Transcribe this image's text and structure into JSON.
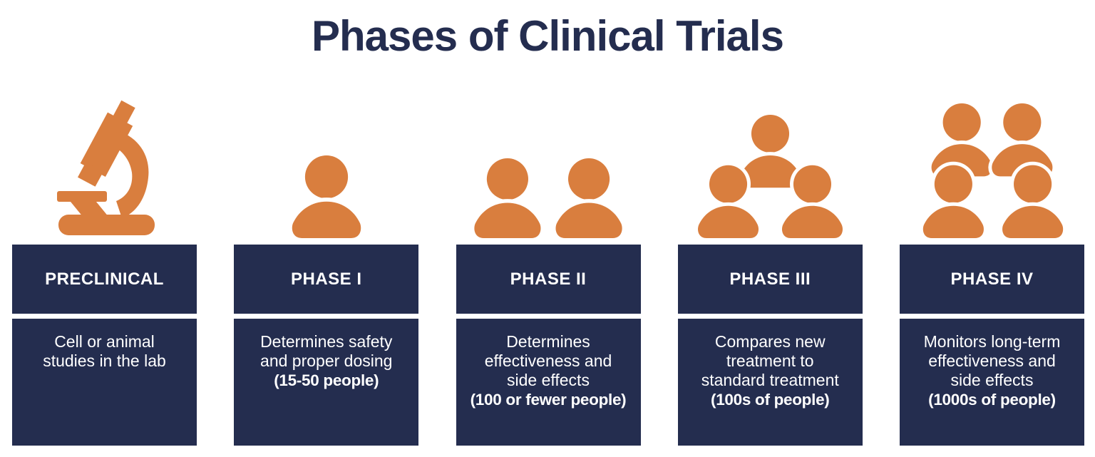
{
  "title": "Phases of Clinical Trials",
  "colors": {
    "navy": "#242d4f",
    "orange": "#d97e3e",
    "background": "#ffffff",
    "text_on_navy": "#ffffff"
  },
  "phases": [
    {
      "id": "preclinical",
      "icon": "microscope-icon",
      "label": "PRECLINICAL",
      "description": [
        "Cell or animal",
        "studies in the lab"
      ],
      "population": ""
    },
    {
      "id": "phase-1",
      "icon": "one-person-icon",
      "label": "PHASE I",
      "description": [
        "Determines safety",
        "and proper dosing"
      ],
      "population": "(15-50 people)"
    },
    {
      "id": "phase-2",
      "icon": "two-people-icon",
      "label": "PHASE II",
      "description": [
        "Determines",
        "effectiveness and",
        "side effects"
      ],
      "population": "(100 or fewer people)"
    },
    {
      "id": "phase-3",
      "icon": "three-people-icon",
      "label": "PHASE III",
      "description": [
        "Compares new",
        "treatment to",
        "standard treatment"
      ],
      "population": "(100s of people)"
    },
    {
      "id": "phase-4",
      "icon": "four-people-icon",
      "label": "PHASE IV",
      "description": [
        "Monitors long-term",
        "effectiveness and",
        "side effects"
      ],
      "population": "(1000s of people)"
    }
  ]
}
